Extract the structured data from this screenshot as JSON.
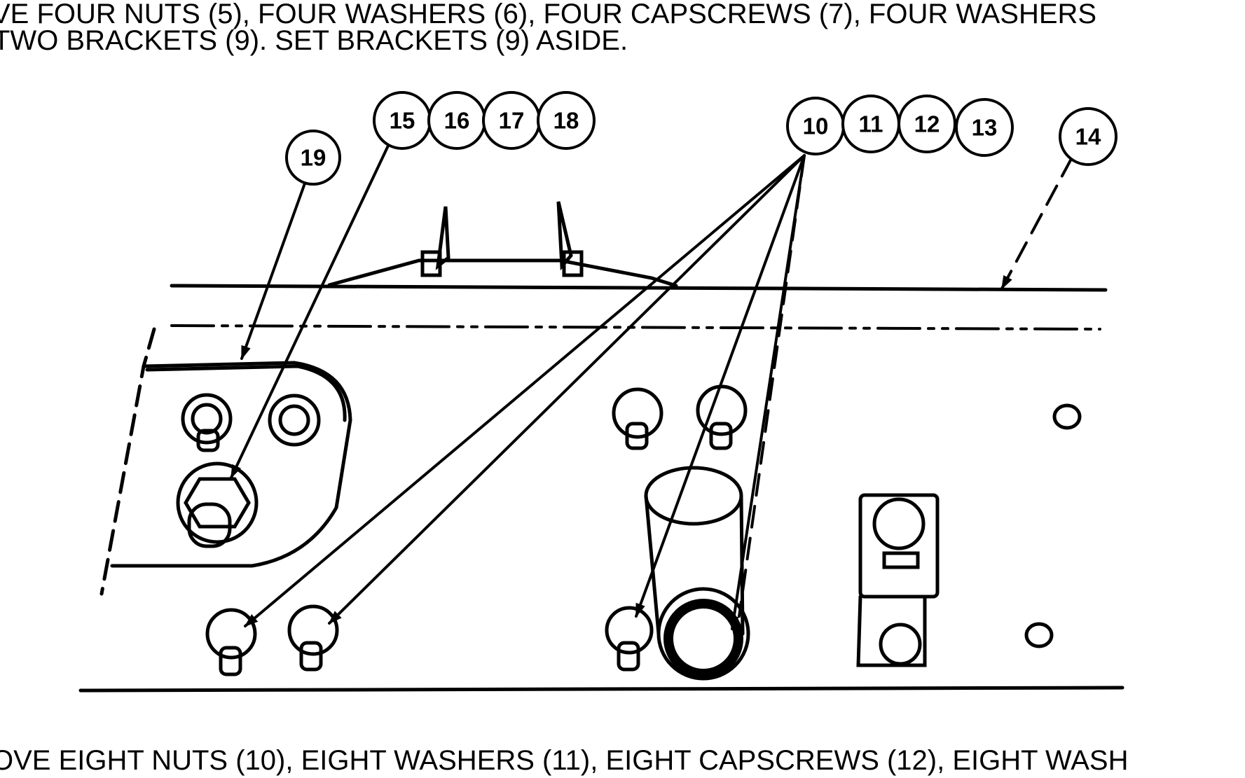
{
  "instructions": {
    "line_1": "VE FOUR NUTS (5), FOUR WASHERS (6), FOUR CAPSCREWS (7), FOUR WASHERS",
    "line_2": "TWO BRACKETS (9). SET BRACKETS (9) ASIDE.",
    "line_3": "OVE EIGHT NUTS (10), EIGHT WASHERS (11), EIGHT CAPSCREWS (12), EIGHT WASH"
  },
  "callouts": {
    "c19": "19",
    "c15": "15",
    "c16": "16",
    "c17": "17",
    "c18": "18",
    "c10": "10",
    "c11": "11",
    "c12": "12",
    "c13": "13",
    "c14": "14"
  }
}
